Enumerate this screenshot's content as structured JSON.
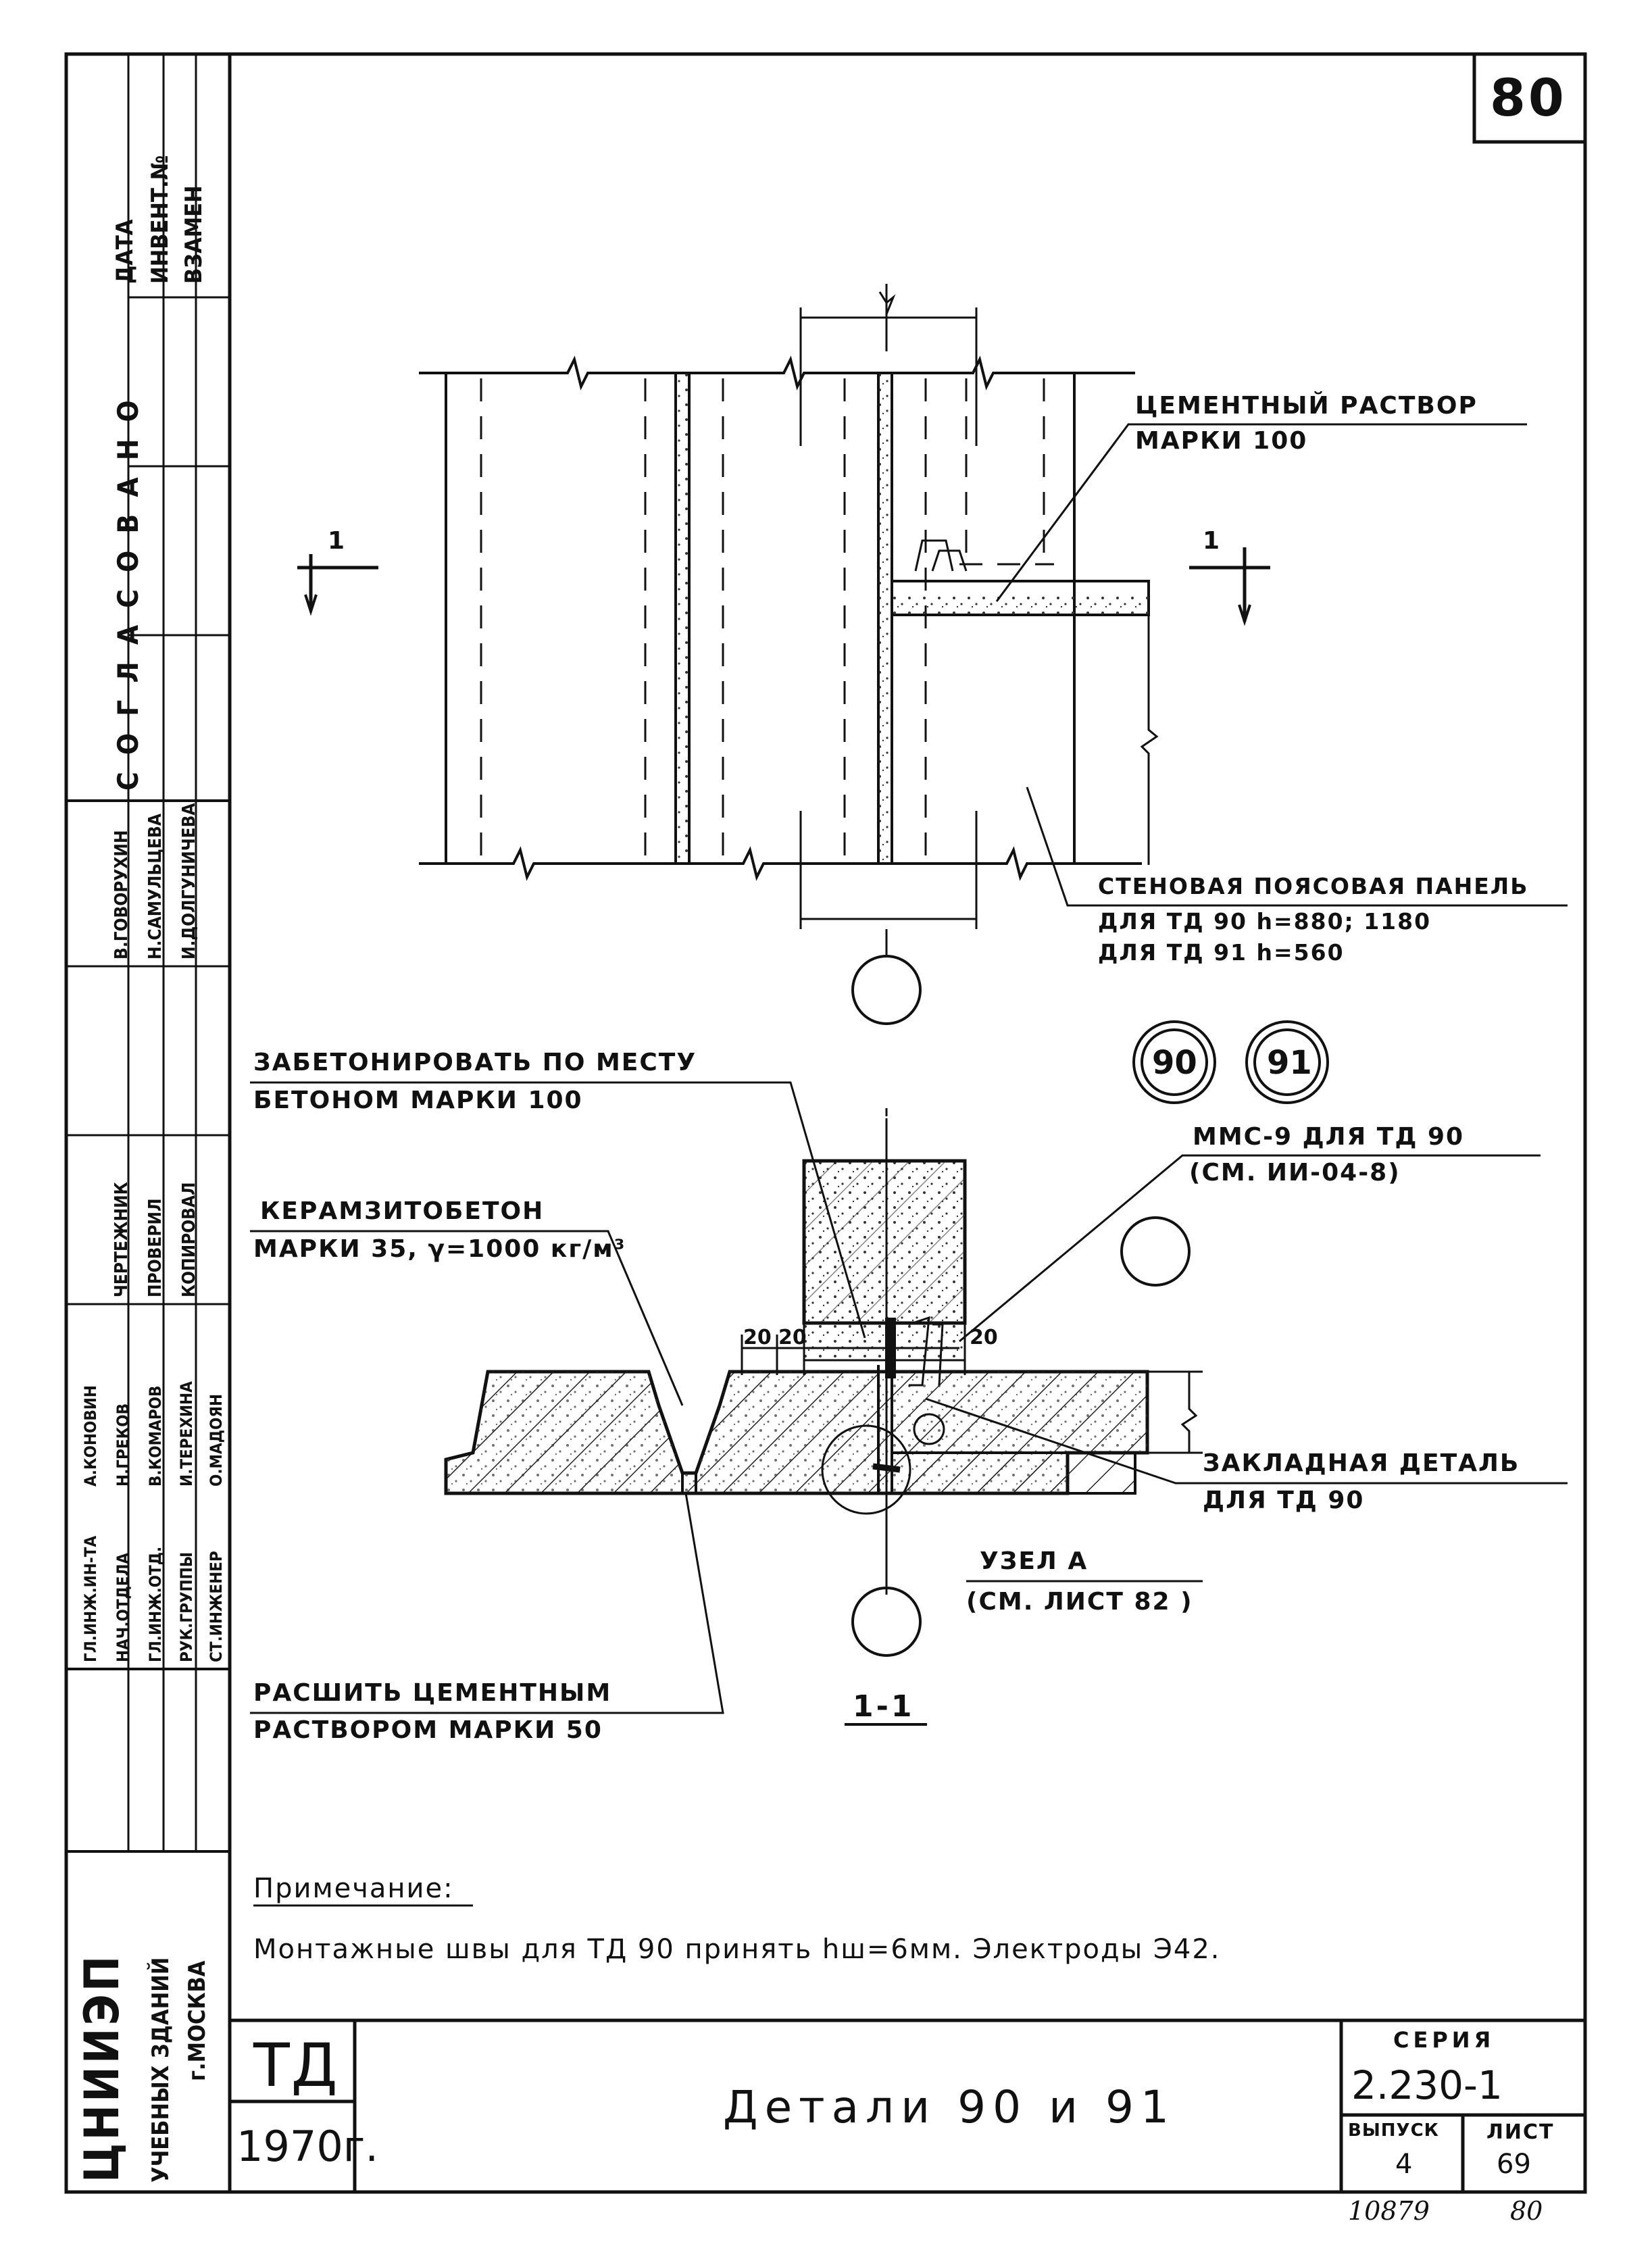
{
  "sheet_number": "80",
  "stamp": {
    "left_strip": [
      "ДАТА",
      "ИНВЕНТ.№",
      "ВЗАМЕН"
    ],
    "agreed": "С О Г Л А С О В А Н О",
    "names_col1": [
      "В.ГОВОРУХИН",
      "Н.САМУЛЬЦЕВА",
      "И.ДОЛГУНИЧЕВА"
    ],
    "roles_col2": [
      "ЧЕРТЕЖНИК",
      "ПРОВЕРИЛ",
      "КОПИРОВАЛ"
    ],
    "names_col3": [
      "А.КОНОВИН",
      "Н.ГРЕКОВ",
      "В.КОМАРОВ",
      "И.ТЕРЕХИНА",
      "О.МАДОЯН"
    ],
    "roles_col4": [
      "ГЛ.ИНЖ.ИН-ТА",
      "НАЧ.ОТДЕЛА",
      "ГЛ.ИНЖ.ОТД.",
      "РУК.ГРУППЫ",
      "СТ.ИНЖЕНЕР"
    ],
    "org": [
      "ЦНИИЭП",
      "УЧЕБНЫХ ЗДАНИЙ",
      "г.МОСКВА"
    ]
  },
  "labels": {
    "mortar": [
      "ЦЕМЕНТНЫЙ  РАСТВОР",
      "МАРКИ 100"
    ],
    "panel": [
      "СТЕНОВАЯ  ПОЯСОВАЯ  ПАНЕЛЬ",
      "ДЛЯ  ТД 90    h=880; 1180",
      "ДЛЯ  ТД 91    h=560"
    ],
    "concrete": [
      "ЗАБЕТОНИРОВАТЬ  ПО  МЕСТУ",
      "БЕТОНОМ  МАРКИ  100"
    ],
    "claydite": [
      "КЕРАМЗИТОБЕТОН",
      "МАРКИ 35, γ=1000 кг/м³"
    ],
    "mms": [
      "ММС-9  ДЛЯ  ТД 90",
      "(СМ. ИИ-04-8)"
    ],
    "embedded": [
      "ЗАКЛАДНАЯ  ДЕТАЛЬ",
      "ДЛЯ  ТД 90"
    ],
    "node": [
      "УЗЕЛ  А",
      "(СМ.  ЛИСТ 82 )"
    ],
    "grout": [
      "РАСШИТЬ  ЦЕМЕНТНЫМ",
      "РАСТВОРОМ  МАРКИ  50"
    ],
    "section_mark": "1",
    "section_title": "1-1",
    "dim_20": "20",
    "bubble_90": "90",
    "bubble_91": "91"
  },
  "note": {
    "title": "Примечание:",
    "text": "Монтажные  швы  для  ТД 90    принять  hш=6мм.  Электроды  Э42."
  },
  "title_block": {
    "code": "ТД",
    "year": "1970г.",
    "title": "Детали  90  и  91",
    "series_label": "СЕРИЯ",
    "series": "2.230-1",
    "issue_label": "ВЫПУСК",
    "issue": "4",
    "sheet_label": "ЛИСТ",
    "sheet": "69"
  },
  "footer": {
    "inv": "10879",
    "page": "80"
  }
}
